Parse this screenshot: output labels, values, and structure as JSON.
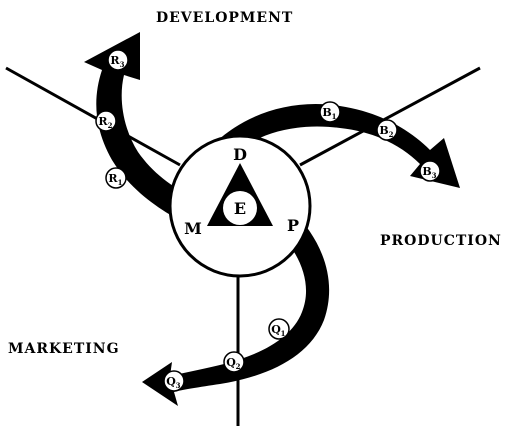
{
  "sectors": {
    "development": "DEVELOPMENT",
    "production": "PRODUCTION",
    "marketing": "MARKETING"
  },
  "core": {
    "top": "D",
    "left": "M",
    "right": "P",
    "center": "E"
  },
  "development_nodes": [
    {
      "letter": "R",
      "sub": "1"
    },
    {
      "letter": "R",
      "sub": "2"
    },
    {
      "letter": "R",
      "sub": "3"
    }
  ],
  "production_nodes": [
    {
      "letter": "B",
      "sub": "1"
    },
    {
      "letter": "B",
      "sub": "2"
    },
    {
      "letter": "B",
      "sub": "3"
    }
  ],
  "marketing_nodes": [
    {
      "letter": "Q",
      "sub": "1"
    },
    {
      "letter": "Q",
      "sub": "2"
    },
    {
      "letter": "Q",
      "sub": "3"
    }
  ],
  "colors": {
    "ink": "#000000",
    "paper": "#ffffff"
  }
}
